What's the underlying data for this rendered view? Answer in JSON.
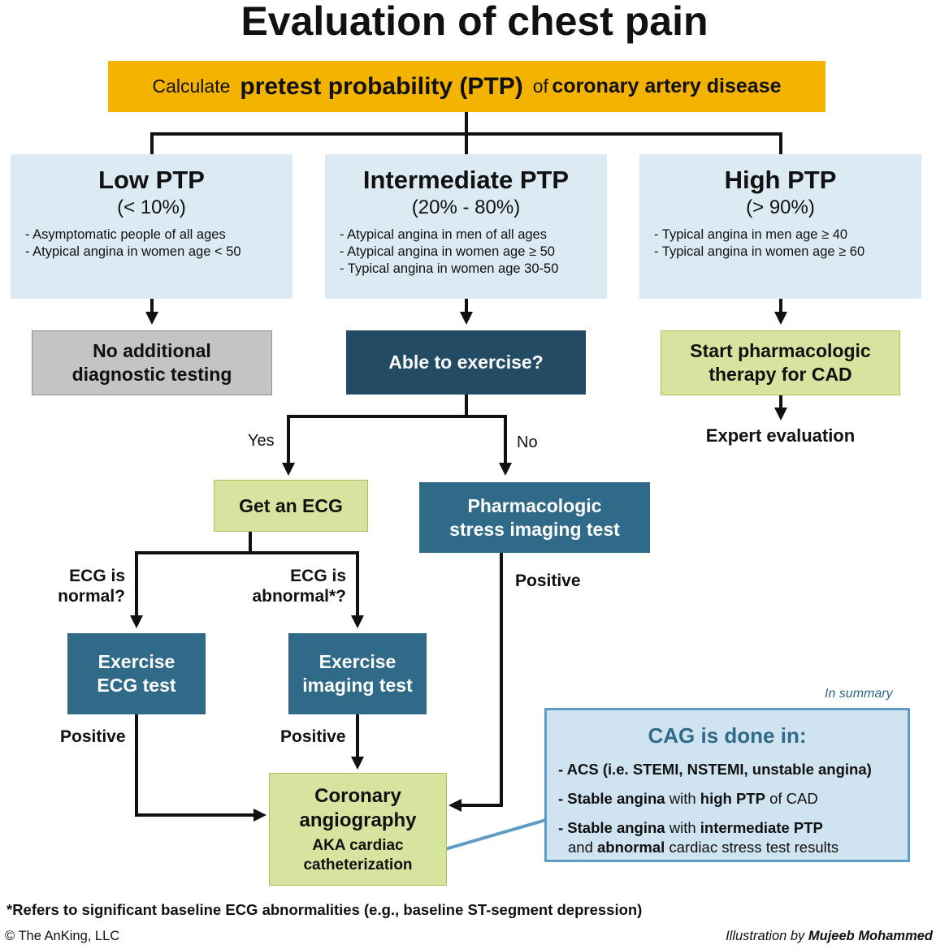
{
  "title": "Evaluation of chest pain",
  "ptp_bar": {
    "part1": "Calculate",
    "part2": "pretest probability (PTP)",
    "part3": "of coronary artery disease"
  },
  "categories": [
    {
      "heading": "Low PTP",
      "range": "(< 10%)",
      "items": [
        "- Asymptomatic people of all ages",
        "- Atypical angina in women age < 50"
      ]
    },
    {
      "heading": "Intermediate PTP",
      "range": "(20% - 80%)",
      "items": [
        "- Atypical angina in men of all ages",
        "- Atypical angina in women age ≥ 50",
        "- Typical angina in women age 30-50"
      ]
    },
    {
      "heading": "High PTP",
      "range": "(> 90%)",
      "items": [
        "- Typical angina in men age ≥ 40",
        "- Typical angina in women age ≥ 60"
      ]
    }
  ],
  "nodes": {
    "no_testing": [
      "No additional",
      "diagnostic testing"
    ],
    "able_exercise": "Able to exercise?",
    "start_therapy": [
      "Start pharmacologic",
      "therapy for CAD"
    ],
    "expert_eval": "Expert evaluation",
    "get_ecg": "Get an ECG",
    "pharm_stress": [
      "Pharmacologic",
      "stress imaging test"
    ],
    "exercise_ecg": [
      "Exercise",
      "ECG test"
    ],
    "exercise_imaging": [
      "Exercise",
      "imaging test"
    ],
    "angiography_title": [
      "Coronary",
      "angiography"
    ],
    "angiography_sub": [
      "AKA cardiac",
      "catheterization"
    ]
  },
  "edge_labels": {
    "yes": "Yes",
    "no": "No",
    "ecg_normal": [
      "ECG is",
      "normal?"
    ],
    "ecg_abnormal": [
      "ECG is",
      "abnormal*?"
    ],
    "positive": "Positive"
  },
  "summary": {
    "caption": "In summary",
    "heading": "CAG is done in:",
    "row1": "- ACS (i.e. STEMI, NSTEMI, unstable angina)",
    "row2_a": "- Stable angina",
    "row2_b": " with ",
    "row2_c": "high PTP",
    "row2_d": " of CAD",
    "row3_a": "- Stable angina",
    "row3_b": " with ",
    "row3_c": "intermediate PTP",
    "row3_d": "and ",
    "row3_e": "abnormal",
    "row3_f": " cardiac stress test results"
  },
  "footnote": "*Refers to significant baseline ECG abnormalities (e.g., baseline ST-segment depression)",
  "copyright": "© The AnKing, LLC",
  "credit_prefix": "Illustration by ",
  "credit_name": "Mujeeb Mohammed",
  "colors": {
    "ptp_bar": "#f4b300",
    "category_bg": "#dceaf4",
    "dark_box": "#234b63",
    "blue_box": "#2f6a89",
    "green_box": "#d6e4a0",
    "gray_box": "#c4c4c4",
    "summary_border": "#5d9cc4"
  }
}
